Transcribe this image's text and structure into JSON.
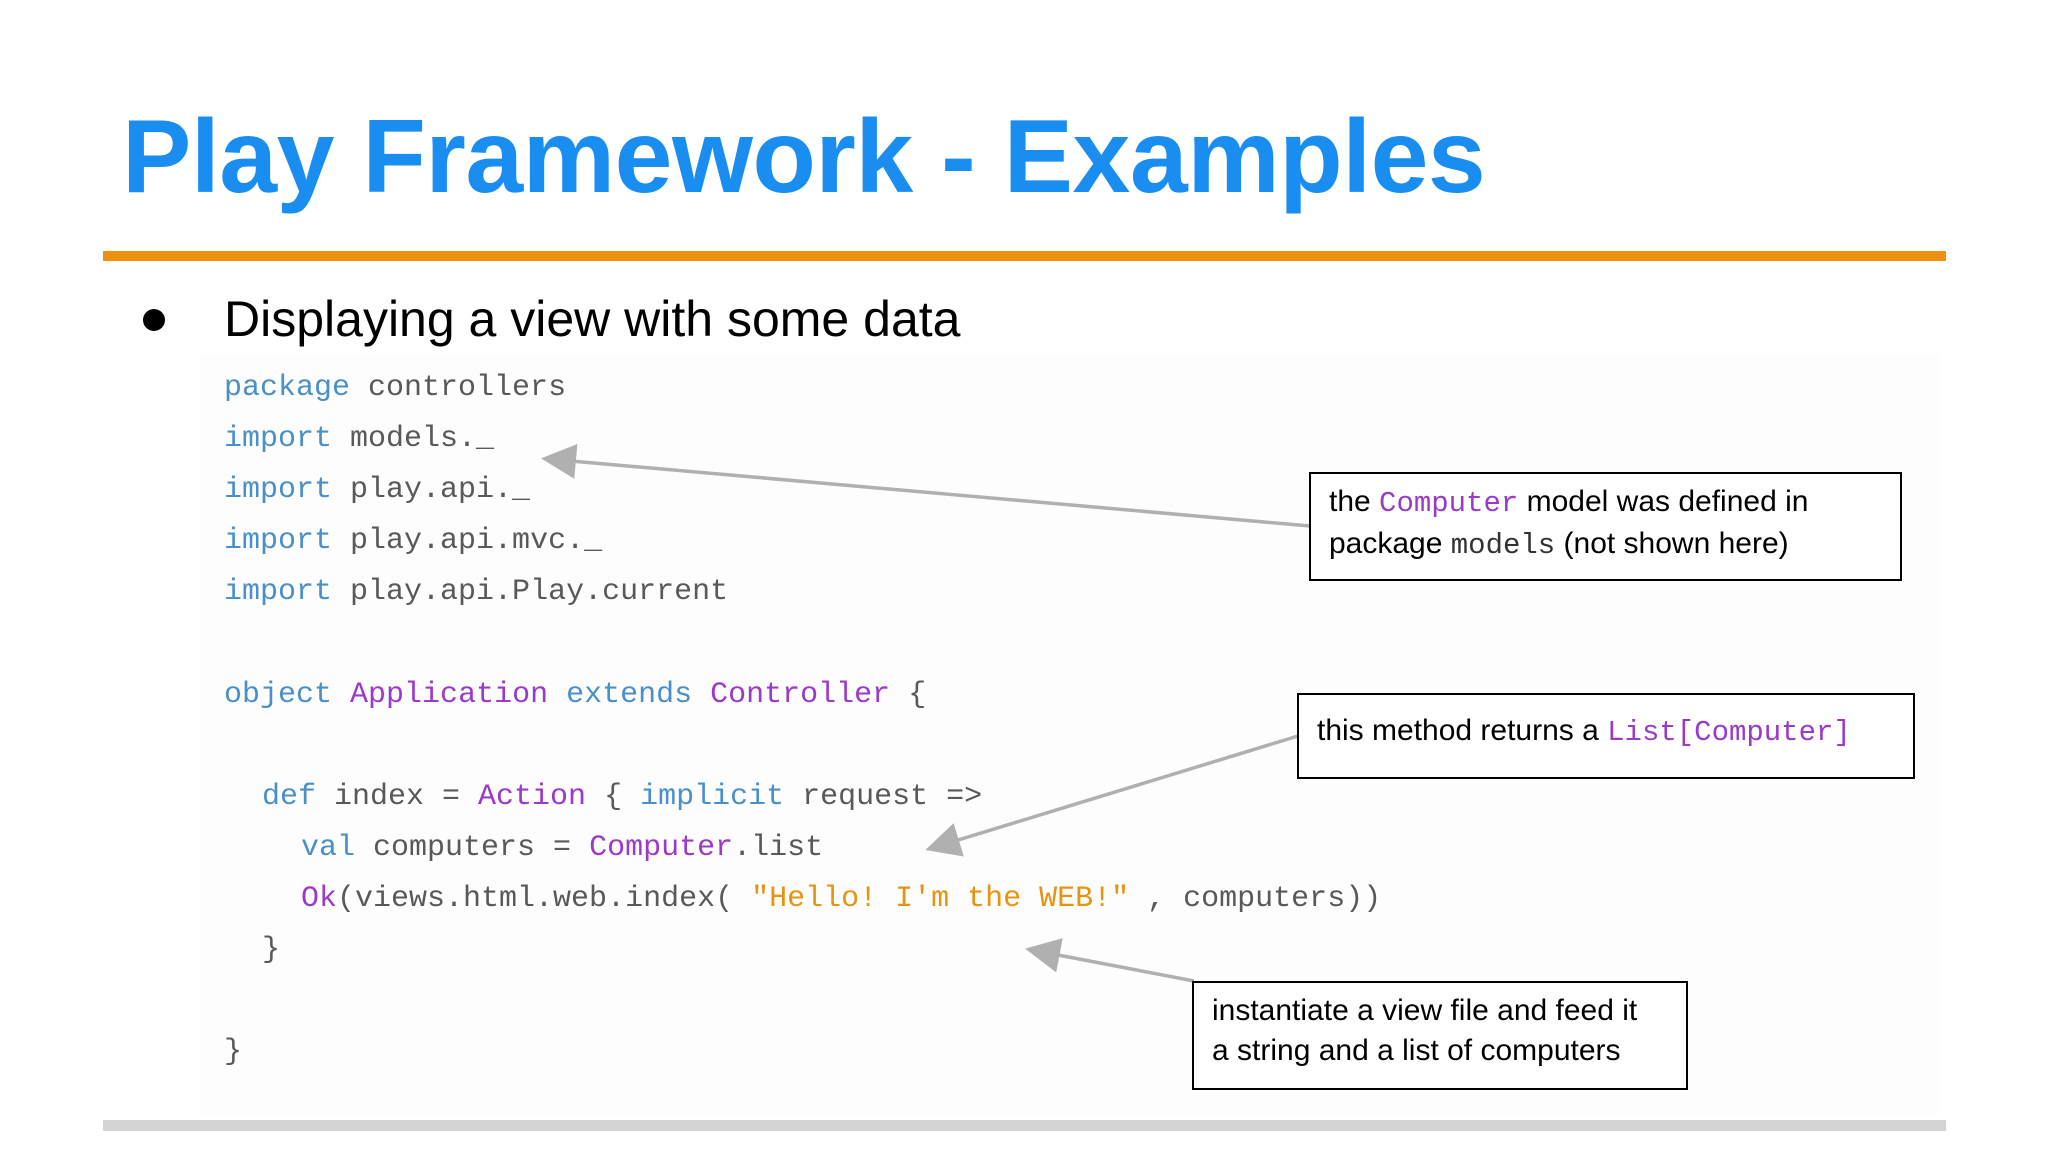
{
  "slide": {
    "title": "Play Framework - Examples",
    "bullet": "Displaying a view with some data"
  },
  "code": {
    "line1": {
      "kw": "package",
      "rest": " controllers"
    },
    "line2": {
      "kw": "import",
      "rest": " models._"
    },
    "line3": {
      "kw": "import",
      "rest": " play.api._"
    },
    "line4": {
      "kw": "import",
      "rest": " play.api.mvc._"
    },
    "line5": {
      "kw": "import",
      "rest": " play.api.Play.current"
    },
    "line6": {
      "kw1": "object",
      "ty1": "Application",
      "kw2": "extends",
      "ty2": "Controller",
      "rest": " {"
    },
    "line7": {
      "kw1": "def",
      "p1": " index = ",
      "ty1": "Action",
      "p2": " { ",
      "kw2": "implicit",
      "p3": " request =>"
    },
    "line8": {
      "kw": "val",
      "p1": " computers = ",
      "ty": "Computer",
      "p2": ".list"
    },
    "line9": {
      "ty": "Ok",
      "p1": "(views.html.web.index( ",
      "str": "\"Hello! I'm the WEB!\"",
      "p2": " , computers))"
    },
    "line10": {
      "p": "}"
    },
    "line11": {
      "p": "}"
    }
  },
  "callouts": {
    "model": {
      "t1": "the ",
      "code1": "Computer",
      "t2": " model was defined in",
      "t3": "package ",
      "code2": "models",
      "t4": " (not shown here)"
    },
    "method": {
      "t1": "this method returns a ",
      "code1": "List[Computer]"
    },
    "view": {
      "line1": "instantiate a view file and feed it",
      "line2": "a string and a list of computers"
    }
  },
  "colors": {
    "title": "#1a8ef0",
    "title_rule": "#f0900f",
    "keyword": "#4a90c8",
    "type": "#9b39c9",
    "string": "#e69410",
    "arrow": "#b0b0b0"
  }
}
